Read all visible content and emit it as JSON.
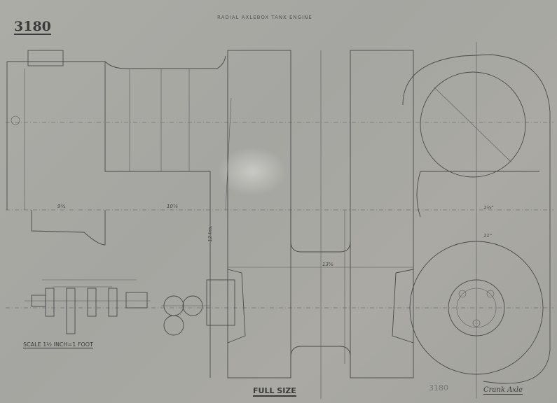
{
  "drawing_number": "3180",
  "title": "RADIAL AXLEBOX TANK ENGINE",
  "scale_note": "SCALE 1½ INCH=1 FOOT",
  "view_note": "FULL SIZE",
  "pencil_number": "3180",
  "part_name": "Crank Axle",
  "dimensions": {
    "journal_left": "9¾",
    "wheel_seat": "10⅞",
    "web_span": "13⅝",
    "right_radius": "11\"",
    "vertical_web": "12 Ins.",
    "pin_dia": "1½\""
  },
  "colors": {
    "paper": "#a9a9a3",
    "ink": "#4a4b4a"
  }
}
